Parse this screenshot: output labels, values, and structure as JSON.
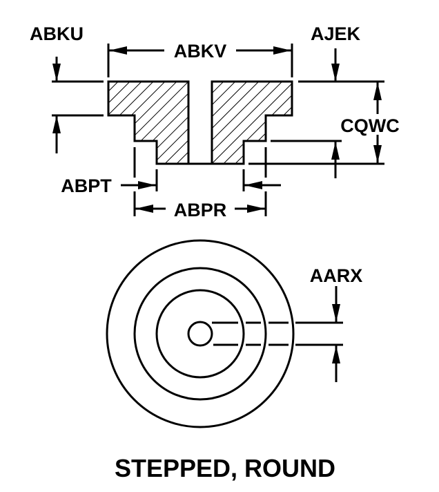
{
  "title": "STEPPED, ROUND",
  "labels": {
    "abku": "ABKU",
    "abkv": "ABKV",
    "ajek": "AJEK",
    "cqwc": "CQWC",
    "abpt": "ABPT",
    "abpr": "ABPR",
    "aarx": "AARX"
  }
}
